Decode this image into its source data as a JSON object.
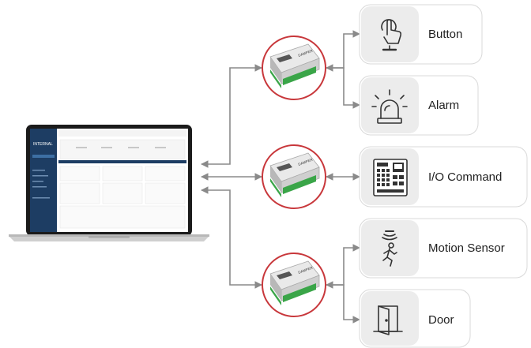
{
  "devices": [
    {
      "label": "Button",
      "icon": "push-button-icon"
    },
    {
      "label": "Alarm",
      "icon": "alarm-light-icon"
    },
    {
      "label": "I/O Command",
      "icon": "keypad-panel-icon"
    },
    {
      "label": "Motion Sensor",
      "icon": "motion-sensor-icon"
    },
    {
      "label": "Door",
      "icon": "door-icon"
    }
  ],
  "controllers": [
    {
      "brand": "DAMPER",
      "icon": "io-controller-icon"
    },
    {
      "brand": "DAMPER",
      "icon": "io-controller-icon"
    },
    {
      "brand": "DAMPER",
      "icon": "io-controller-icon"
    }
  ],
  "laptop": {
    "icon": "laptop-icon",
    "screen_brand": "INTERNAL"
  },
  "colors": {
    "accent_ring": "#c8373b",
    "connector": "#8a8a8a",
    "screen_nav": "#1d3d63",
    "terminal_green": "#3aa548"
  }
}
